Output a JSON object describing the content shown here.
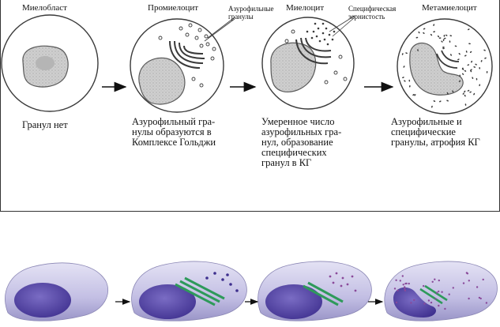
{
  "stages": [
    {
      "title": "Миелобласт",
      "caption": "Гранул нет"
    },
    {
      "title": "Промиелоцит",
      "caption": "Азурофильный гра-\nнулы образуются в\nКомплексе Гольджи"
    },
    {
      "title": "Миелоцит",
      "caption": "Умеренное число\nазурофильных гра-\nнул, образование\nспецифических\nгранул в КГ"
    },
    {
      "title": "Метамиелоцит",
      "caption": "Азурофильные и\nспецифические\nгранулы, атрофия КГ"
    }
  ],
  "annotations": {
    "azurophilic_granules": "Азурофильные\nгранулы",
    "specific_granules": "Специфическая\nзернистость"
  },
  "colors": {
    "line": "#3a3a3a",
    "nucleus": "#c9c9c9",
    "cell3d_body": "#c8c4e8",
    "cell3d_nucleus": "#5a4aa8",
    "golgi3d": "#2e9a5a"
  }
}
